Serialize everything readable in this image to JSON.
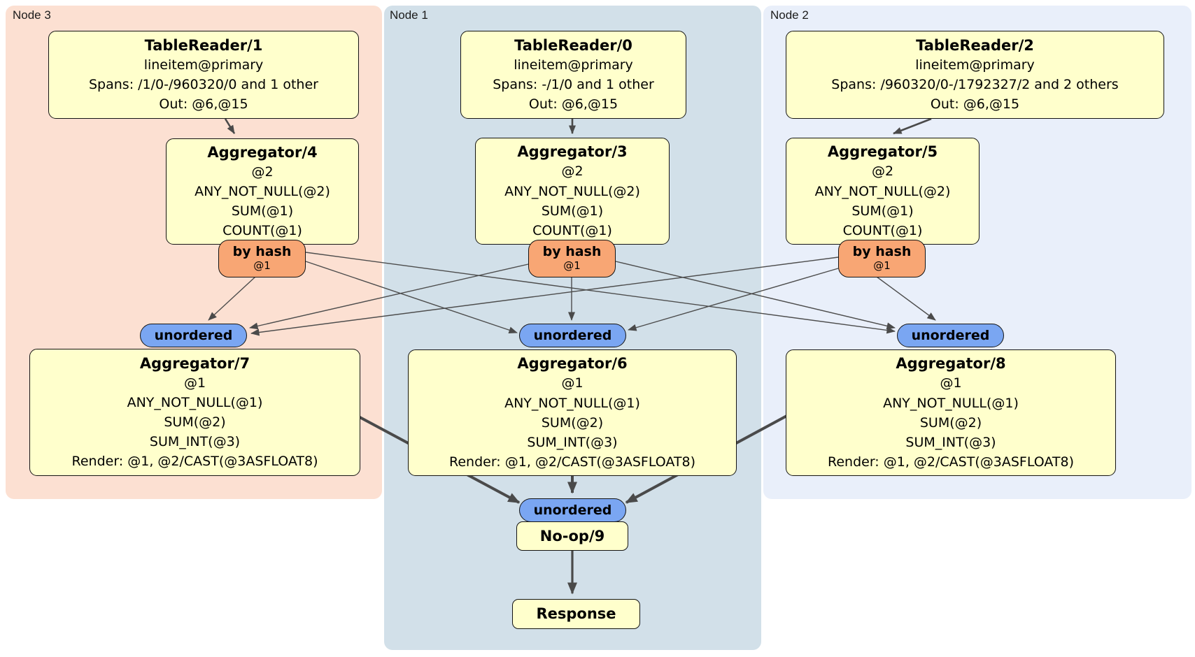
{
  "regions": {
    "node3": {
      "label": "Node 3"
    },
    "node1": {
      "label": "Node 1"
    },
    "node2": {
      "label": "Node 2"
    }
  },
  "processors": {
    "tr1": {
      "title": "TableReader/1",
      "lines": [
        "lineitem@primary",
        "Spans: /1/0-/960320/0 and 1 other",
        "Out: @6,@15"
      ]
    },
    "tr0": {
      "title": "TableReader/0",
      "lines": [
        "lineitem@primary",
        "Spans: -/1/0 and 1 other",
        "Out: @6,@15"
      ]
    },
    "tr2": {
      "title": "TableReader/2",
      "lines": [
        "lineitem@primary",
        "Spans: /960320/0-/1792327/2 and 2 others",
        "Out: @6,@15"
      ]
    },
    "agg4": {
      "title": "Aggregator/4",
      "lines": [
        "@2",
        "ANY_NOT_NULL(@2)",
        "SUM(@1)",
        "COUNT(@1)"
      ]
    },
    "agg3": {
      "title": "Aggregator/3",
      "lines": [
        "@2",
        "ANY_NOT_NULL(@2)",
        "SUM(@1)",
        "COUNT(@1)"
      ]
    },
    "agg5": {
      "title": "Aggregator/5",
      "lines": [
        "@2",
        "ANY_NOT_NULL(@2)",
        "SUM(@1)",
        "COUNT(@1)"
      ]
    },
    "agg7": {
      "title": "Aggregator/7",
      "lines": [
        "@1",
        "ANY_NOT_NULL(@1)",
        "SUM(@2)",
        "SUM_INT(@3)",
        "Render: @1, @2/CAST(@3ASFLOAT8)"
      ]
    },
    "agg6": {
      "title": "Aggregator/6",
      "lines": [
        "@1",
        "ANY_NOT_NULL(@1)",
        "SUM(@2)",
        "SUM_INT(@3)",
        "Render: @1, @2/CAST(@3ASFLOAT8)"
      ]
    },
    "agg8": {
      "title": "Aggregator/8",
      "lines": [
        "@1",
        "ANY_NOT_NULL(@1)",
        "SUM(@2)",
        "SUM_INT(@3)",
        "Render: @1, @2/CAST(@3ASFLOAT8)"
      ]
    },
    "noop": {
      "title": "No-op/9"
    },
    "response": {
      "title": "Response"
    }
  },
  "routers": {
    "hash3": {
      "label": "by hash",
      "detail": "@1"
    },
    "hash1": {
      "label": "by hash",
      "detail": "@1"
    },
    "hash2": {
      "label": "by hash",
      "detail": "@1"
    }
  },
  "syncs": {
    "sync3": {
      "label": "unordered"
    },
    "sync1": {
      "label": "unordered"
    },
    "sync2": {
      "label": "unordered"
    },
    "syncFinal": {
      "label": "unordered"
    }
  },
  "colors": {
    "node3_bg": "#fce0d2",
    "node1_bg": "#d2e0e9",
    "node2_bg": "#e9effa",
    "processor_bg": "#ffffcc",
    "router_bg": "#f8a674",
    "sync_bg": "#7aa6f2",
    "edge": "#4a4a4a",
    "border": "#141414"
  }
}
